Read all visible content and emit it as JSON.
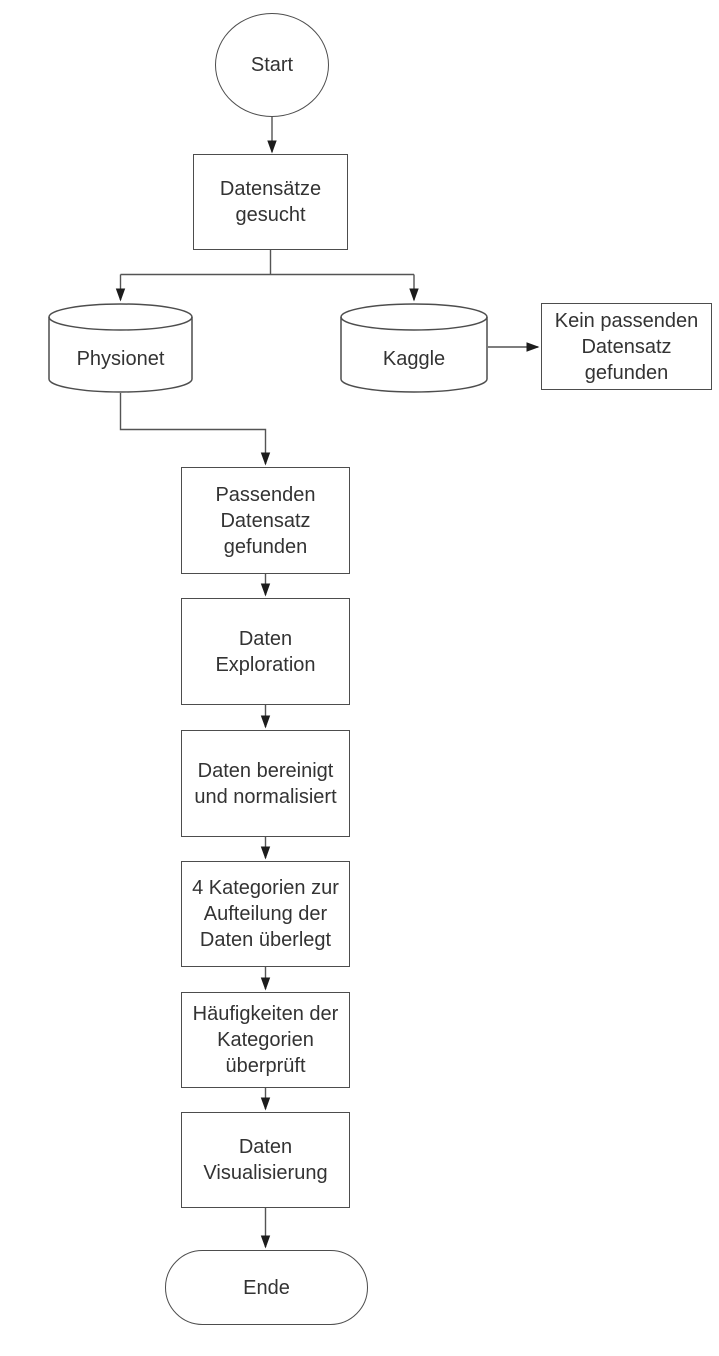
{
  "diagram": {
    "type": "flowchart",
    "language": "de",
    "colors": {
      "background": "#ffffff",
      "shape_fill": "#ffffff",
      "stroke": "#4d4d4d",
      "text": "#333333",
      "arrowhead": "#1c1c1c"
    },
    "nodes": [
      {
        "id": "start",
        "shape": "ellipse",
        "label": "Start"
      },
      {
        "id": "datensaetze-gesucht",
        "shape": "process",
        "label": "Datensätze gesucht"
      },
      {
        "id": "physionet",
        "shape": "database",
        "label": "Physionet"
      },
      {
        "id": "kaggle",
        "shape": "database",
        "label": "Kaggle"
      },
      {
        "id": "kein-passenden-datensatz-gefunden",
        "shape": "process",
        "label": "Kein passenden Datensatz gefunden"
      },
      {
        "id": "passenden-datensatz-gefunden",
        "shape": "process",
        "label": "Passenden Datensatz gefunden"
      },
      {
        "id": "daten-exploration",
        "shape": "process",
        "label": "Daten Exploration"
      },
      {
        "id": "daten-bereinigt-und-normalisiert",
        "shape": "process",
        "label": "Daten bereinigt und normalisiert"
      },
      {
        "id": "kategorien-ueberlegt",
        "shape": "process",
        "label": "4 Kategorien zur Aufteilung der Daten überlegt"
      },
      {
        "id": "haeufigkeiten-ueberprueft",
        "shape": "process",
        "label": "Häufigkeiten der Kategorien überprüft"
      },
      {
        "id": "daten-visualisierung",
        "shape": "process",
        "label": "Daten Visualisierung"
      },
      {
        "id": "ende",
        "shape": "terminator",
        "label": "Ende"
      }
    ],
    "edges": [
      {
        "from": "start",
        "to": "datensaetze-gesucht"
      },
      {
        "from": "datensaetze-gesucht",
        "to": "physionet"
      },
      {
        "from": "datensaetze-gesucht",
        "to": "kaggle"
      },
      {
        "from": "kaggle",
        "to": "kein-passenden-datensatz-gefunden"
      },
      {
        "from": "physionet",
        "to": "passenden-datensatz-gefunden"
      },
      {
        "from": "passenden-datensatz-gefunden",
        "to": "daten-exploration"
      },
      {
        "from": "daten-exploration",
        "to": "daten-bereinigt-und-normalisiert"
      },
      {
        "from": "daten-bereinigt-und-normalisiert",
        "to": "kategorien-ueberlegt"
      },
      {
        "from": "kategorien-ueberlegt",
        "to": "haeufigkeiten-ueberprueft"
      },
      {
        "from": "haeufigkeiten-ueberprueft",
        "to": "daten-visualisierung"
      },
      {
        "from": "daten-visualisierung",
        "to": "ende"
      }
    ]
  }
}
